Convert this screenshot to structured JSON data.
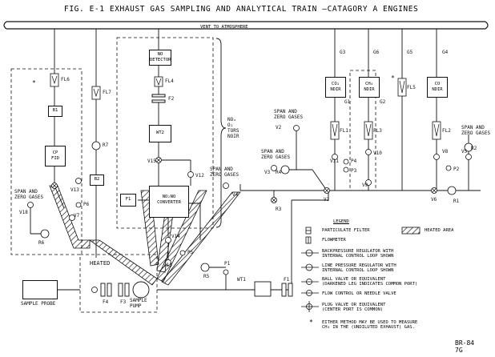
{
  "title": "FIG. E-1   EXHAUST GAS SAMPLING AND ANALYTICAL TRAIN —CATAGORY A ENGINES",
  "vent_label": "VENT TO ATMOSPHERE",
  "analyzers": {
    "fid": "CP\nFID",
    "no_detector": "NO\nDETECTOR",
    "converter": "NO₂NO\nCONVERTER",
    "co2": "CO₂\nNDIR",
    "ch4": "CH₄\nNDIR",
    "co": "CO\nNDIR"
  },
  "components": {
    "b1": "B1",
    "b2": "B2",
    "f1": "F1",
    "f2": "F2",
    "f3": "F3",
    "f4": "F4",
    "wt1": "WT1",
    "wt2": "WT2",
    "sample_probe": "SAMPLE PROBE",
    "sample_pump": "SAMPLE\nPUMP",
    "heated": "HEATED"
  },
  "labels": {
    "fl6": "FL6",
    "fl7": "FL7",
    "fl4": "FL4",
    "fl5": "FL5",
    "fl1": "FL1",
    "fl3": "FL3",
    "fl2": "FL2",
    "r7": "R7",
    "r6": "R6",
    "r5": "R5",
    "r4": "R4",
    "r3": "R3",
    "r2": "R2",
    "r1": "R1",
    "v18": "V18",
    "v7": "V7",
    "v12": "V12",
    "v13": "V13",
    "v14": "V14",
    "v15": "V15",
    "v4": "V4",
    "v3": "V3",
    "v2": "V2",
    "v11": "V11",
    "v10": "V10",
    "v9": "V9",
    "v8": "V8",
    "v1": "V1",
    "v6": "V6",
    "v5": "V5",
    "p6": "P6",
    "p5": "P5",
    "p4": "P4",
    "p3": "P3",
    "p2": "P2",
    "p1": "P1",
    "g1": "G1",
    "g2": "G2",
    "g3": "G3",
    "g4": "G4",
    "g5": "G5",
    "g6": "G6",
    "span1": "SPAN AND\nZERO GASES",
    "span2": "SPAN AND\nZERO GASES",
    "span3": "SPAN AND\nZERO GASES",
    "span4": "SPAN AND\nZERO GASES",
    "span5": "SPAN AND\nZERO GASES",
    "brace": "NOₓ\nO₂\nTORS\nNOIR",
    "star1": "*",
    "star2": "*"
  },
  "legend": {
    "heading": "LEGEND",
    "items": [
      "PARTICULATE FILTER",
      "FLOWMETER",
      "HEATED AREA",
      "BACKPRESSURE REGULATOR WITH\nINTERNAL CONTROL LOOP SHOWN",
      "LINE PRESSURE REGULATOR WITH\nINTERNAL CONTROL LOOP SHOWN",
      "BALL VALVE OR EQUIVALENT\n(DARKENED LEG INDICATES COMMON PORT)",
      "FLOW CONTROL OR NEEDLE VALVE",
      "PLUG VALVE OR EQUIVALENT\n(CENTER PORT IS COMMON)",
      "EITHER METHOD MAY BE USED TO MEASURE\nCH₄ IN THE (UNDILUTED EXHAUST) GAS."
    ]
  },
  "stamp": "BR-84\n7G"
}
